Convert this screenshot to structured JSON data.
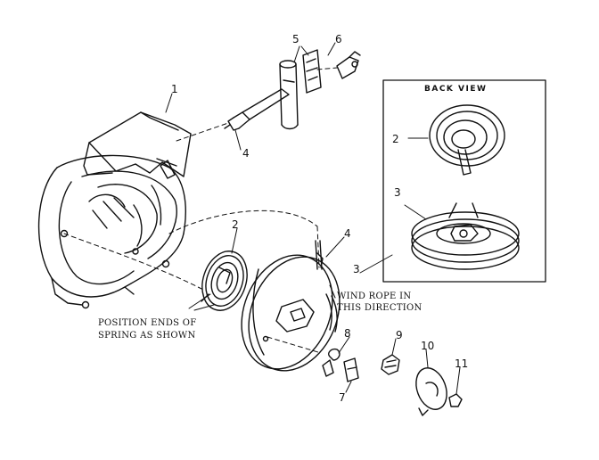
{
  "inset_title": "BACK VIEW",
  "callouts": {
    "housing": "1",
    "spring_main": "2",
    "spring_inset": "2",
    "pulley_main": "3",
    "pulley_inset": "3",
    "rope_upper": "4",
    "rope_main": "4",
    "handle": "5",
    "handle_clip": "6",
    "pawl": "7",
    "screw": "8",
    "nut": "9",
    "retainer": "10",
    "locknut": "11"
  },
  "notes": {
    "spring_line1": "POSITION ENDS OF",
    "spring_line2": "SPRING AS SHOWN",
    "rope_line1": "WIND ROPE IN",
    "rope_line2": "THIS DIRECTION"
  },
  "colors": {
    "ink": "#111111",
    "paper": "#ffffff"
  }
}
